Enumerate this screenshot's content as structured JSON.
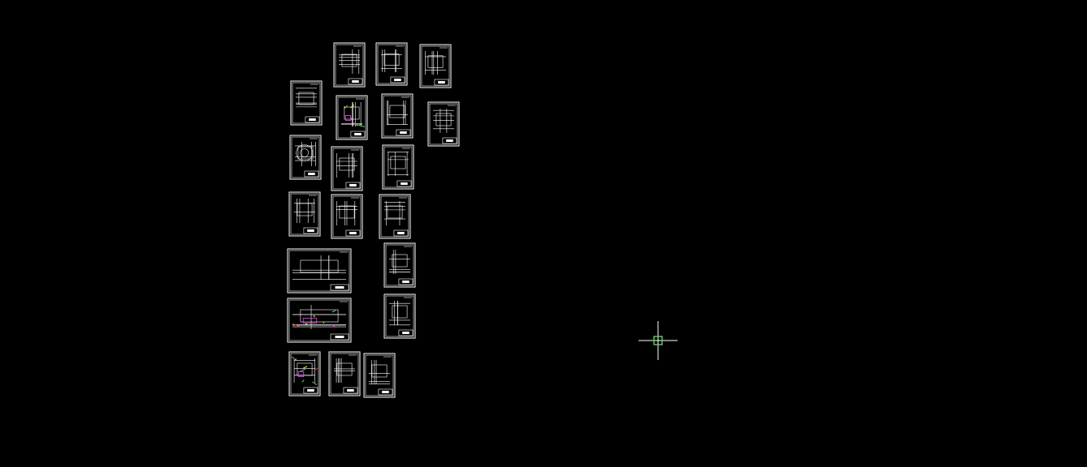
{
  "app": {
    "background_color": "#000000",
    "line_color": "#ffffff",
    "accent_green": "#5fd35f",
    "accent_red": "#ff3030",
    "accent_magenta": "#ff40ff",
    "accent_yellow": "#ffff40"
  },
  "drawing_sheets": [
    {
      "name": "sheet-r1-a",
      "orientation": "portrait",
      "colored": false
    },
    {
      "name": "sheet-r1-b",
      "orientation": "portrait",
      "colored": false
    },
    {
      "name": "sheet-r1-c",
      "orientation": "portrait",
      "colored": false
    },
    {
      "name": "sheet-r2-a",
      "orientation": "portrait",
      "colored": false
    },
    {
      "name": "sheet-r2-b",
      "orientation": "portrait",
      "colored": true
    },
    {
      "name": "sheet-r2-c",
      "orientation": "portrait",
      "colored": false
    },
    {
      "name": "sheet-r2-d",
      "orientation": "portrait",
      "colored": false
    },
    {
      "name": "sheet-r3-a",
      "orientation": "portrait",
      "colored": false
    },
    {
      "name": "sheet-r3-b",
      "orientation": "portrait",
      "colored": false
    },
    {
      "name": "sheet-r3-c",
      "orientation": "portrait",
      "colored": false
    },
    {
      "name": "sheet-r4-a",
      "orientation": "portrait",
      "colored": false
    },
    {
      "name": "sheet-r4-b",
      "orientation": "portrait",
      "colored": false
    },
    {
      "name": "sheet-r4-c",
      "orientation": "portrait",
      "colored": false
    },
    {
      "name": "sheet-r5-a",
      "orientation": "landscape",
      "colored": false
    },
    {
      "name": "sheet-r5-b",
      "orientation": "portrait",
      "colored": false
    },
    {
      "name": "sheet-r6-a",
      "orientation": "landscape",
      "colored": true
    },
    {
      "name": "sheet-r6-b",
      "orientation": "portrait",
      "colored": false
    },
    {
      "name": "sheet-r7-a",
      "orientation": "portrait",
      "colored": true
    },
    {
      "name": "sheet-r7-b",
      "orientation": "portrait",
      "colored": false
    },
    {
      "name": "sheet-r7-c",
      "orientation": "portrait",
      "colored": false
    }
  ],
  "cursor": {
    "type": "crosshair-pickbox",
    "box_color": "#5fd35f",
    "line_color": "#ffffff"
  }
}
